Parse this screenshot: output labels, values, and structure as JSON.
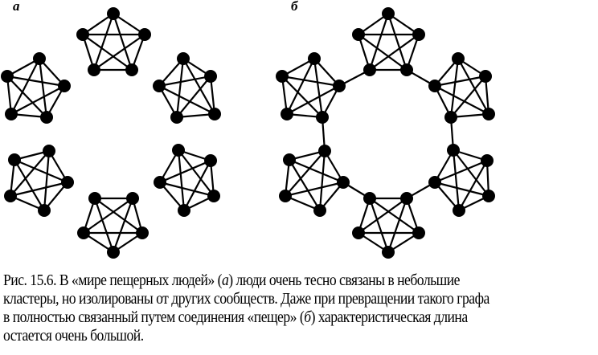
{
  "figure": {
    "panel_a_label": "а",
    "panel_b_label": "б",
    "edge_color": "#000000",
    "node_color": "#000000",
    "node_radius": 8,
    "panel_a": {
      "clusters": [
        [
          [
            141,
            17
          ],
          [
            103,
            43
          ],
          [
            180,
            43
          ],
          [
            117,
            87
          ],
          [
            164,
            87
          ]
        ],
        [
          [
            49,
            73
          ],
          [
            9,
            95
          ],
          [
            80,
            107
          ],
          [
            14,
            142
          ],
          [
            58,
            146
          ]
        ],
        [
          [
            228,
            73
          ],
          [
            198,
            107
          ],
          [
            262,
            95
          ],
          [
            220,
            146
          ],
          [
            267,
            142
          ]
        ],
        [
          [
            61,
            188
          ],
          [
            18,
            199
          ],
          [
            84,
            227
          ],
          [
            13,
            244
          ],
          [
            55,
            262
          ]
        ],
        [
          [
            222,
            187
          ],
          [
            199,
            227
          ],
          [
            262,
            200
          ],
          [
            229,
            262
          ],
          [
            266,
            244
          ]
        ],
        [
          [
            118,
            247
          ],
          [
            165,
            247
          ],
          [
            104,
            290
          ],
          [
            177,
            290
          ],
          [
            141,
            314
          ]
        ]
      ],
      "bridges": []
    },
    "panel_b": {
      "clusters": [
        [
          [
            483,
            17
          ],
          [
            446,
            43
          ],
          [
            521,
            43
          ],
          [
            460,
            87
          ],
          [
            506,
            87
          ]
        ],
        [
          [
            391,
            73
          ],
          [
            351,
            95
          ],
          [
            422,
            107
          ],
          [
            357,
            142
          ],
          [
            401,
            146
          ]
        ],
        [
          [
            570,
            73
          ],
          [
            541,
            107
          ],
          [
            604,
            95
          ],
          [
            561,
            146
          ],
          [
            608,
            142
          ]
        ],
        [
          [
            404,
            188
          ],
          [
            360,
            199
          ],
          [
            427,
            227
          ],
          [
            355,
            244
          ],
          [
            398,
            262
          ]
        ],
        [
          [
            564,
            187
          ],
          [
            541,
            227
          ],
          [
            606,
            200
          ],
          [
            571,
            262
          ],
          [
            608,
            244
          ]
        ],
        [
          [
            460,
            247
          ],
          [
            506,
            247
          ],
          [
            446,
            290
          ],
          [
            521,
            290
          ],
          [
            483,
            314
          ]
        ]
      ],
      "bridges": [
        [
          [
            460,
            87
          ],
          [
            422,
            107
          ]
        ],
        [
          [
            506,
            87
          ],
          [
            541,
            107
          ]
        ],
        [
          [
            401,
            146
          ],
          [
            404,
            188
          ]
        ],
        [
          [
            561,
            146
          ],
          [
            564,
            187
          ]
        ],
        [
          [
            427,
            227
          ],
          [
            460,
            247
          ]
        ],
        [
          [
            541,
            227
          ],
          [
            506,
            247
          ]
        ]
      ]
    }
  },
  "caption": {
    "line1_prefix": "Рис. 15.6.    В «мире пещерных людей» (",
    "line1_ital": "а",
    "line1_suffix": ") люди очень тесно связаны в небольшие",
    "line2": "кластеры, но изолированы от других сообществ. Даже при превращении такого графа",
    "line3_prefix": "в полностью связанный путем соединения «пещер» (",
    "line3_ital": "б",
    "line3_suffix": ") характеристическая длина",
    "line4": "остается очень большой."
  }
}
